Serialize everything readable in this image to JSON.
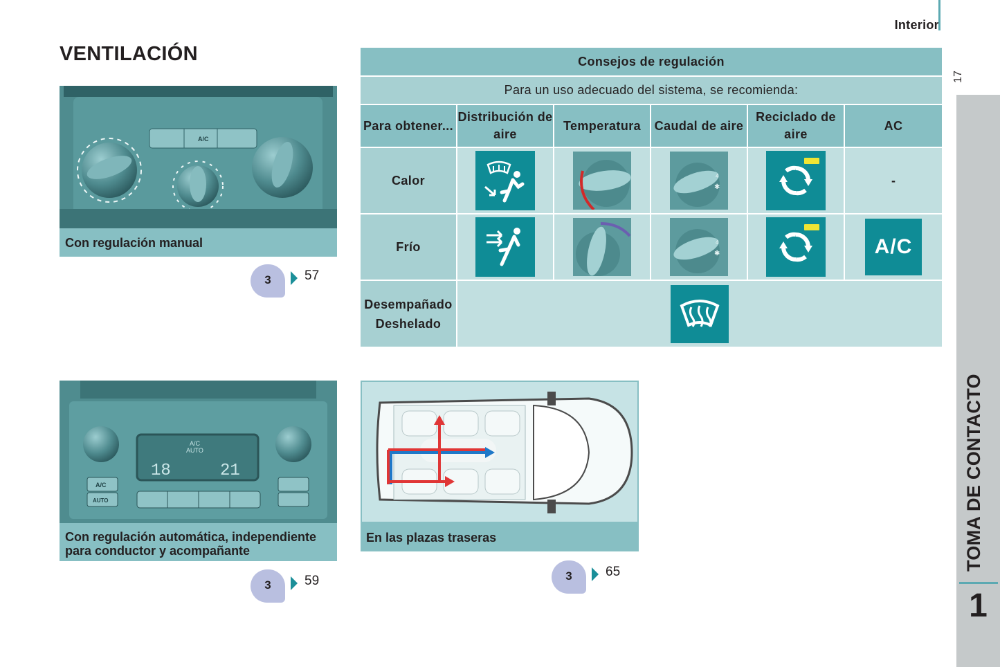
{
  "header": {
    "section": "Interior",
    "page_number": "17"
  },
  "side_tab": {
    "title": "TOMA DE CONTACTO",
    "number": "1"
  },
  "title": "VENTILACIÓN",
  "cards": {
    "manual": {
      "caption": "Con regulación manual",
      "ref_chapter": "3",
      "ref_page": "57"
    },
    "auto": {
      "caption_line1": "Con regulación automática, independiente",
      "caption_line2": "para conductor y acompañante",
      "ref_chapter": "3",
      "ref_page": "59",
      "display_left": "18",
      "display_right": "21",
      "display_label1": "A/C",
      "display_label2": "AUTO",
      "button_ac": "A/C",
      "button_auto": "AUTO"
    },
    "rear": {
      "caption": "En las plazas traseras",
      "ref_chapter": "3",
      "ref_page": "65"
    }
  },
  "manual_panel": {
    "button_ac": "A/C"
  },
  "advice_table": {
    "title": "Consejos de regulación",
    "subtitle": "Para un uso adecuado del sistema, se recomienda:",
    "columns": [
      "Para obtener...",
      "Distribución de aire",
      "Temperatura",
      "Caudal de aire",
      "Reciclado de aire",
      "AC"
    ],
    "rows": [
      {
        "label": "Calor",
        "icons": [
          "air-distribution-feet-windscreen-icon",
          "temperature-knob-hot-icon",
          "airflow-knob-icon",
          "recirculation-icon"
        ],
        "ac": "-"
      },
      {
        "label": "Frío",
        "icons": [
          "air-distribution-face-icon",
          "temperature-knob-cold-icon",
          "airflow-knob-icon",
          "recirculation-icon"
        ],
        "ac": "A/C"
      },
      {
        "label_line1": "Desempañado",
        "label_line2": "Deshelado",
        "icons": [
          "front-demist-icon"
        ]
      }
    ]
  },
  "colors": {
    "header_teal": "#87bfc3",
    "row_label": "#a7d0d2",
    "cell_bg": "#c1dfe0",
    "icon_tile": "#0f8c96",
    "badge": "#b9bfe0",
    "accent_rule": "#5ca9b2",
    "hot": "#d12a2a",
    "cold": "#6b5fb0",
    "recirc_tag": "#f0e534"
  }
}
